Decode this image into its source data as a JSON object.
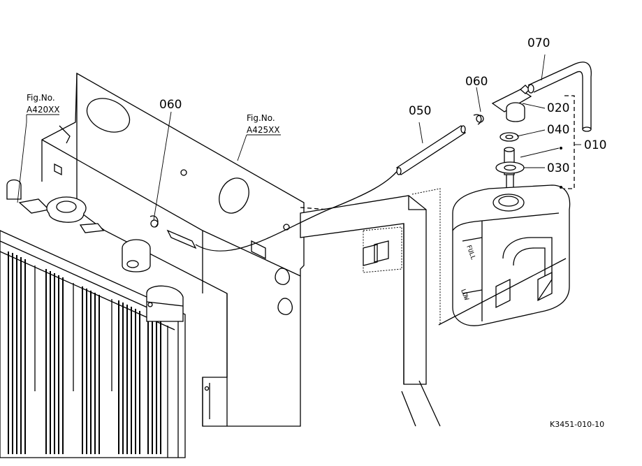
{
  "figure_refs": [
    {
      "title": "Fig.No.",
      "code": "A420XX"
    },
    {
      "title": "Fig.No.",
      "code": "A425XX"
    }
  ],
  "parts": {
    "p060a": "060",
    "p060b": "060",
    "p050": "050",
    "p070": "070",
    "p020": "020",
    "p040": "040",
    "p030": "030",
    "p010": "010"
  },
  "tank_marks": {
    "full": "FULL",
    "low": "LOW"
  },
  "drawing_code": "K3451-010-10"
}
